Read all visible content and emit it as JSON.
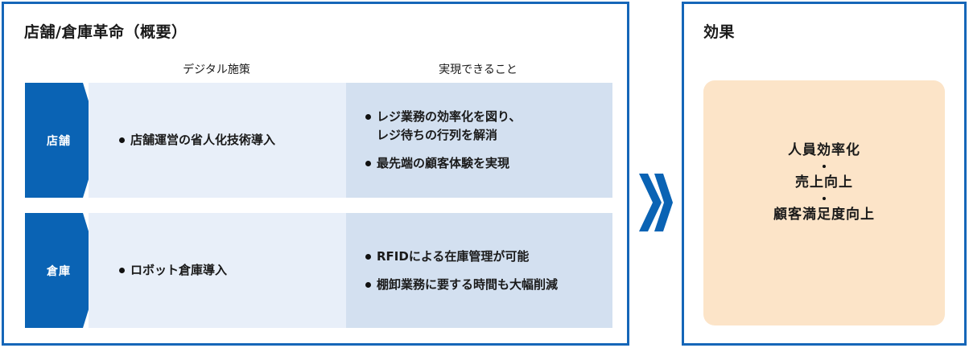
{
  "left_panel": {
    "title": "店舗/倉庫革命（概要）",
    "column_headers": [
      "デジタル施策",
      "実現できること"
    ],
    "rows": [
      {
        "label": "店舗",
        "measures": [
          "店舗運営の省人化技術導入"
        ],
        "results": [
          "レジ業務の効率化を図り、\nレジ待ちの行列を解消",
          "最先端の顧客体験を実現"
        ]
      },
      {
        "label": "倉庫",
        "measures": [
          "ロボット倉庫導入"
        ],
        "results": [
          "RFIDによる在庫管理が可能",
          "棚卸業務に要する時間も大幅削減"
        ]
      }
    ]
  },
  "arrow": {
    "icon": "double-chevron-right-icon"
  },
  "right_panel": {
    "title": "効果",
    "effects": [
      "人員効率化",
      "売上向上",
      "顧客満足度向上"
    ]
  },
  "colors": {
    "border": "#1566b8",
    "chevron": "#0a63b4",
    "measure_bg": "#e8eff9",
    "result_bg": "#d3e0f0",
    "effect_bg": "#fce4c8"
  }
}
